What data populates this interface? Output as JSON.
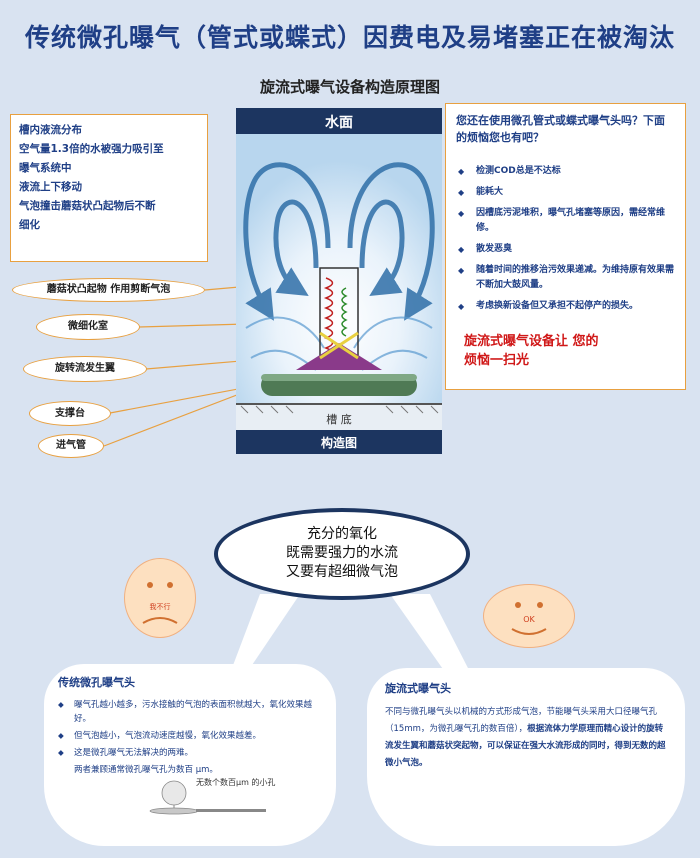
{
  "title": "传统微孔曝气（管式或蝶式）因费电及易堵塞正在被淘汰",
  "subtitle": "旋流式曝气设备构造原理图",
  "left_box": [
    "槽内液流分布",
    "空气量1.3倍的水被强力吸引至",
    "曝气系统中",
    "液流上下移动",
    "气泡撞击蘑菇状凸起物后不断",
    "细化"
  ],
  "callouts": {
    "mushroom": "蘑菇状凸起物 作用剪断气泡",
    "micro_chamber": "微细化室",
    "swirl": "旋转流发生翼",
    "support": "支撑台",
    "inlet": "进气管"
  },
  "diagram": {
    "water_surface": "水面",
    "tank_bottom": "槽 底",
    "caption": "构造图"
  },
  "right_box": {
    "question": "您还在使用微孔管式或蝶式曝气头吗？下面的烦恼您也有吧？",
    "items": [
      "检测COD总是不达标",
      "能耗大",
      "因槽底污泥堆积，曝气孔堵塞等原因，需经常维修。",
      "散发恶臭",
      "随着时间的推移治污效果递减。为维持原有效果需不断加大鼓风量。",
      "考虑换新设备但又承担不起停产的损失。"
    ],
    "slogan_1": "旋流式曝气设备让 您的",
    "slogan_2": "烦恼一扫光"
  },
  "oval": [
    "充分的氧化",
    "既需要强力的水流",
    "又要有超细微气泡"
  ],
  "faces": {
    "sad": "我不行",
    "happy": "OK"
  },
  "bubble_left": {
    "title": "传统微孔曝气头",
    "items": [
      "曝气孔越小越多，污水接触的气泡的表面积就越大，氧化效果越好。",
      "但气泡越小，气泡流动速度越慢，氧化效果越差。",
      "这是微孔曝气无法解决的两难。"
    ],
    "note": "两者兼顾通常微孔曝气孔为数百 μm。",
    "img_label": "无数个数百μm 的小孔"
  },
  "bubble_right": {
    "title": "旋流式曝气头",
    "text_normal": "不同与微孔曝气头以机械的方式形成气泡，节能曝气头采用大口径曝气孔（15mm，为微孔曝气孔的数百倍），",
    "text_bold": "根据流体力学原理而精心设计的旋转流发生翼和蘑菇状突起物，可以保证在强大水流形成的同时，得到无数的超微小气泡。"
  },
  "colors": {
    "title": "#1f3f86",
    "border": "#e8a040",
    "slogan": "#d01818",
    "oval_border": "#1c3560",
    "background": "#d9e3f1"
  }
}
